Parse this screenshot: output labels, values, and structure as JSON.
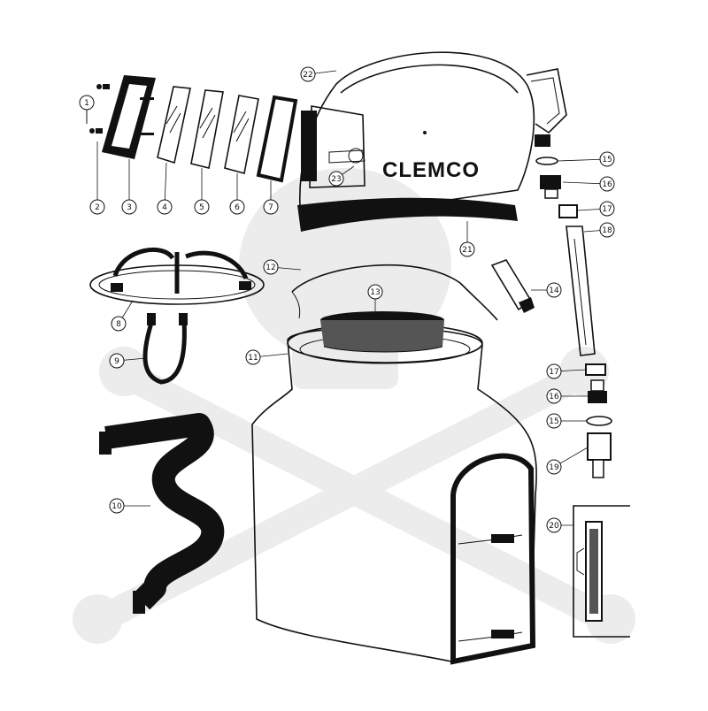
{
  "diagram": {
    "brand_label": "CLEMCO",
    "callouts": [
      "1",
      "2",
      "3",
      "4",
      "5",
      "6",
      "7",
      "8",
      "9",
      "10",
      "11",
      "12",
      "13",
      "14",
      "15",
      "16",
      "17",
      "18",
      "17",
      "16",
      "15",
      "19",
      "20",
      "21",
      "22",
      "23"
    ]
  },
  "colors": {
    "ink": "#111111",
    "paper": "#ffffff",
    "watermark": "#ececec"
  }
}
